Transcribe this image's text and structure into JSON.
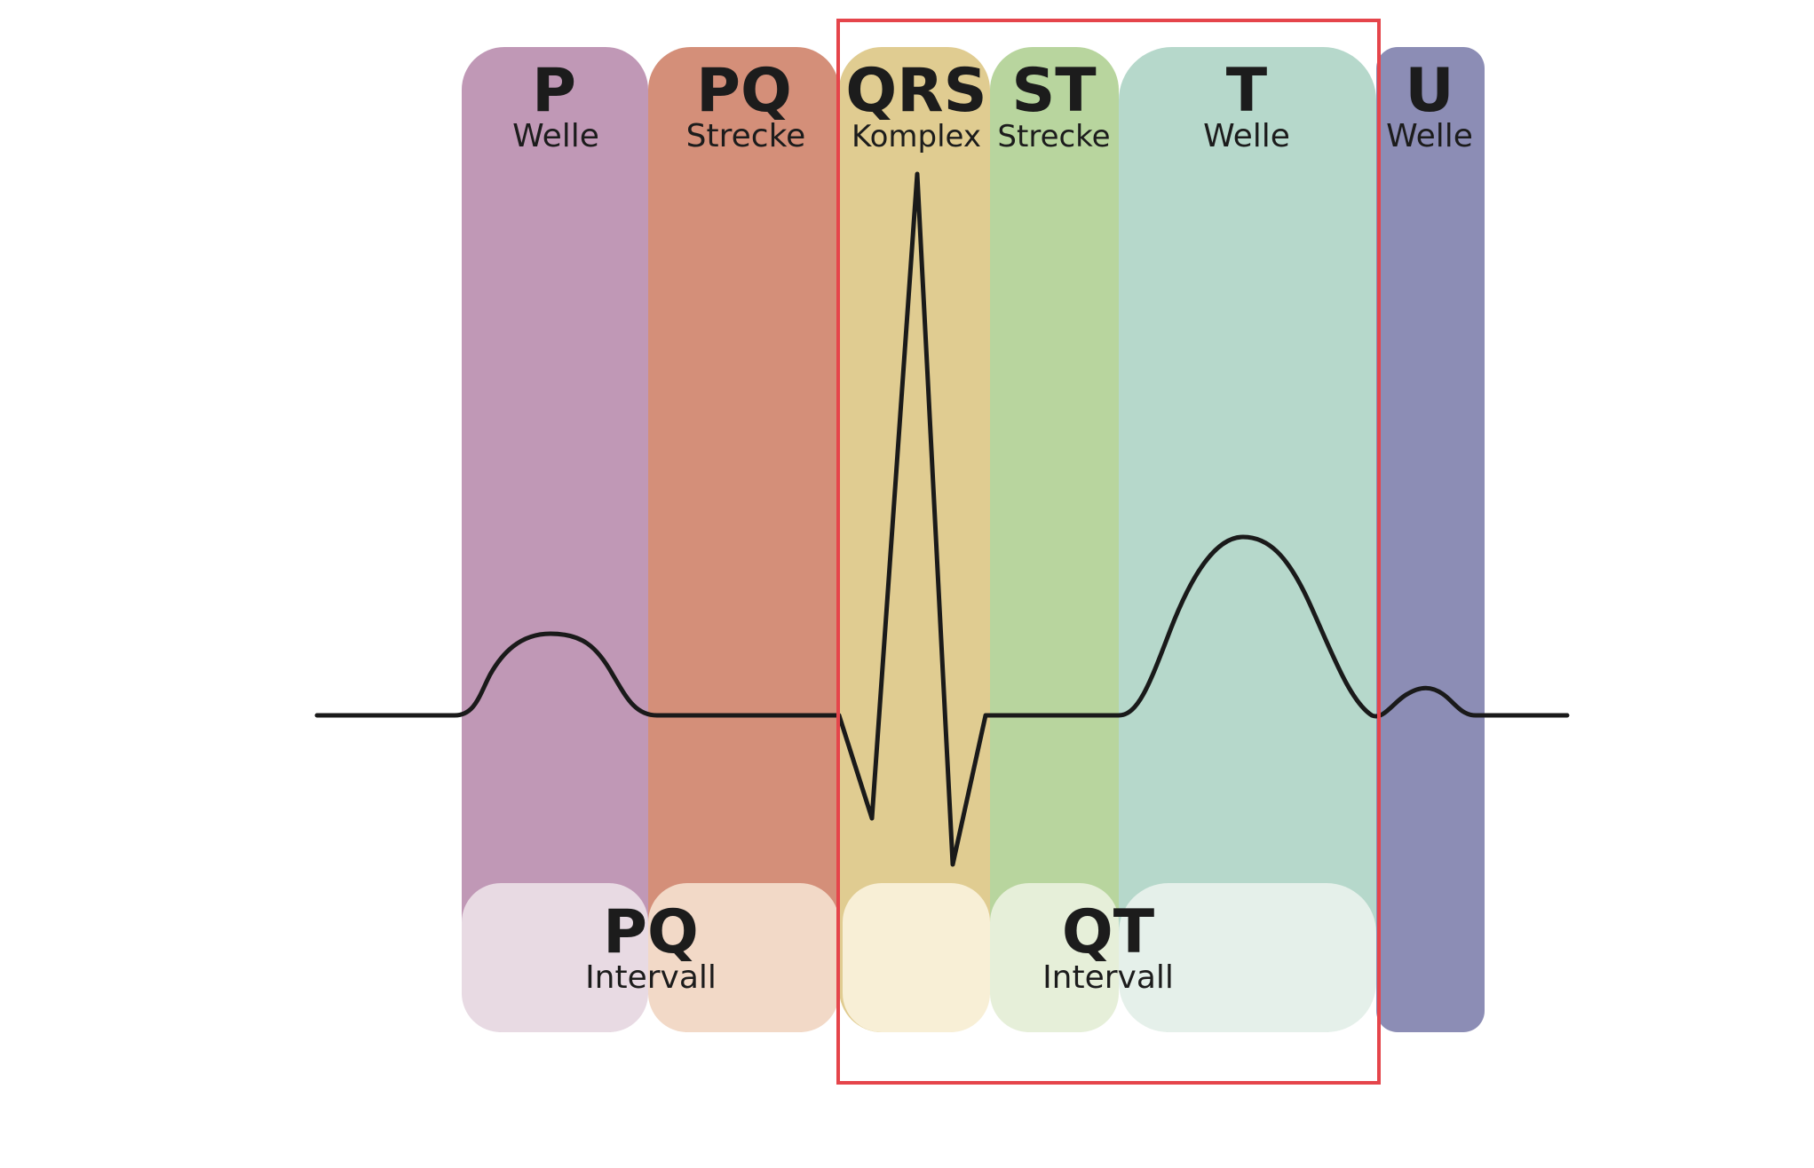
{
  "segments": [
    {
      "title": "P",
      "subtitle": "Welle",
      "color": "#c098b6"
    },
    {
      "title": "PQ",
      "subtitle": "Strecke",
      "color": "#d48f79"
    },
    {
      "title": "QRS",
      "subtitle": "Komplex",
      "color": "#e0cc91"
    },
    {
      "title": "ST",
      "subtitle": "Strecke",
      "color": "#b8d59e"
    },
    {
      "title": "T",
      "subtitle": "Welle",
      "color": "#b6d8cb"
    },
    {
      "title": "U",
      "subtitle": "Welle",
      "color": "#8c8db5"
    }
  ],
  "intervals": [
    {
      "title": "PQ",
      "subtitle": "Intervall"
    },
    {
      "title": "QT",
      "subtitle": "Intervall"
    }
  ],
  "colors": {
    "highlight_border": "#e5454b",
    "trace": "#1a1a1a",
    "text": "#1c1c1c"
  }
}
